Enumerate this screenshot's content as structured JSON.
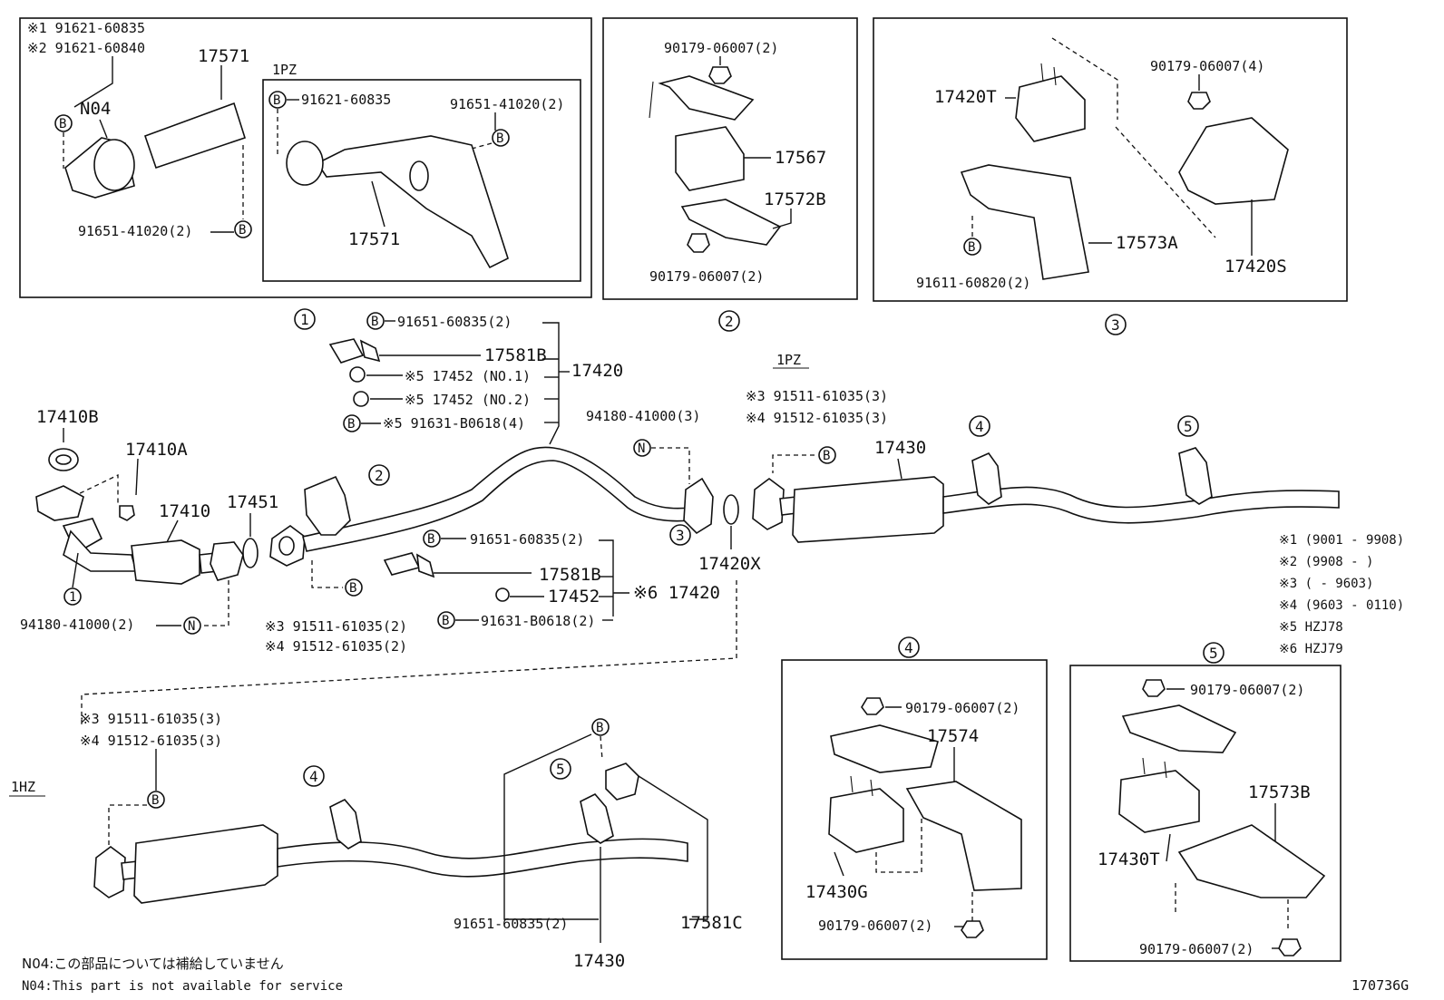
{
  "diagram_id": "170736G",
  "engines": {
    "pz": "1PZ",
    "hz": "1HZ"
  },
  "callouts": {
    "b": "B",
    "n": "N",
    "c1": "1",
    "c2": "2",
    "c3": "3",
    "c4": "4",
    "c5": "5"
  },
  "legend": [
    "※1 (9001 - 9908)",
    "※2 (9908 -     )",
    "※3 (     - 9603)",
    "※4 (9603 - 0110)",
    "※5 HZJ78",
    "※6 HZJ79"
  ],
  "footnotes": {
    "jp": "N04:この部品については補給していません",
    "en": "N04:This part is not available for service"
  },
  "labels": {
    "p1_note1": "※1 91621-60835",
    "p1_note2": "※2 91621-60840",
    "p1_17571a": "17571",
    "p1_n04": "N04",
    "p1_b91651": "91651-41020(2)",
    "p1_91621": "91621-60835",
    "p1_91651r": "91651-41020(2)",
    "p1_17571b": "17571",
    "p2_90179a": "90179-06007(2)",
    "p2_17567": "17567",
    "p2_17572b": "17572B",
    "p2_90179b": "90179-06007(2)",
    "p3_17420t": "17420T",
    "p3_90179": "90179-06007(4)",
    "p3_17573a": "17573A",
    "p3_91611": "91611-60820(2)",
    "p3_17420s": "17420S",
    "m_91651a": "91651-60835(2)",
    "m_17581b_a": "17581B",
    "m_17452_no1": "※5 17452 (NO.1)",
    "m_17420_a": "17420",
    "m_17452_no2": "※5 17452 (NO.2)",
    "m_91631a": "※5 91631-B0618(4)",
    "m_17410b": "17410B",
    "m_17410a": "17410A",
    "m_17410": "17410",
    "m_17451": "17451",
    "m_94180r": "94180-41000(3)",
    "m_91651b": "91651-60835(2)",
    "m_17581b_b": "17581B",
    "m_17452": "17452",
    "m_17420_b": "※6 17420",
    "m_91631b": "91631-B0618(2)",
    "m_94180l": "94180-41000(2)",
    "m_91511a": "※3 91511-61035(2)",
    "m_91512a": "※4 91512-61035(2)",
    "m_17420x": "17420X",
    "m_91511b": "※3 91511-61035(3)",
    "m_91512b": "※4 91512-61035(3)",
    "m_17430": "17430",
    "h_91511": "※3 91511-61035(3)",
    "h_91512": "※4 91512-61035(3)",
    "h_91651": "91651-60835(2)",
    "h_17581c": "17581C",
    "h_17430": "17430",
    "p4_90179a": "90179-06007(2)",
    "p4_17574": "17574",
    "p4_17430g": "17430G",
    "p4_90179b": "90179-06007(2)",
    "p5_90179a": "90179-06007(2)",
    "p5_17573b": "17573B",
    "p5_17430t": "17430T",
    "p5_90179b": "90179-06007(2)"
  }
}
